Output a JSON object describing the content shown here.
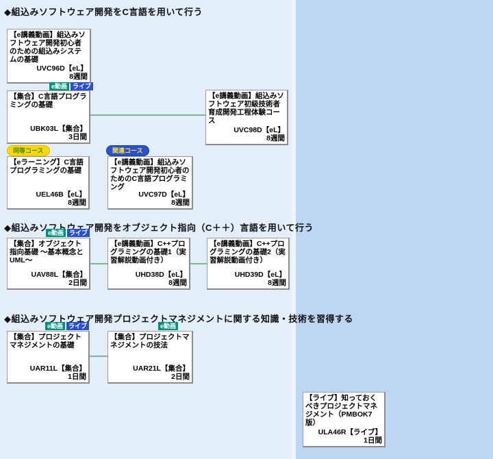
{
  "sections": [
    {
      "title": "◆組込みソフトウェア開発をC言語を用いて行う"
    },
    {
      "title": "◆組込みソフトウェア開発をオブジェクト指向（C＋＋）言語を用いて行う"
    },
    {
      "title": "◆組込みソフトウェア開発プロジェクトマネジメントに関する知識・技術を習得する"
    }
  ],
  "badges": {
    "video": "e動画",
    "live": "ライブ"
  },
  "pills": {
    "equivalent": "同等コース",
    "related": "関連コース"
  },
  "courses": {
    "uvc96d": {
      "title": "【e講義動画】組込みソフトウェア開発初心者のための組込みシステムの基礎",
      "code": "UVC96D【eL】",
      "duration": "8週間"
    },
    "ubk03l": {
      "title": "【集合】C言語プログラミングの基礎",
      "code": "UBK03L【集合】",
      "duration": "3日間"
    },
    "uel46b": {
      "title": "【eラーニング】C言語プログラミングの基礎",
      "code": "UEL46B【eL】",
      "duration": "8週間"
    },
    "uvc97d": {
      "title": "【e講義動画】組込みソフトウェア開発初心者のためのC言語プログラミング",
      "code": "UVC97D【eL】",
      "duration": "8週間"
    },
    "uvc98d": {
      "title": "【e講義動画】組込みソフトウェア初級技術者育成開発工程体験コース",
      "code": "UVC98D【eL】",
      "duration": "8週間"
    },
    "uav88l": {
      "title": "【集合】オブジェクト指向基礎 ～基本概念とUML～",
      "code": "UAV88L【集合】",
      "duration": "2日間"
    },
    "uhd38d": {
      "title": "【e講義動画】C++プログラミングの基礎1（実習解説動画付き）",
      "code": "UHD38D【eL】",
      "duration": "8週間"
    },
    "uhd39d": {
      "title": "【e講義動画】C++プログラミングの基礎2（実習解説動画付き）",
      "code": "UHD39D【eL】",
      "duration": "8週間"
    },
    "uar11l": {
      "title": "【集合】プロジェクトマネジメントの基礎",
      "code": "UAR11L【集合】",
      "duration": "1日間"
    },
    "uar21l": {
      "title": "【集合】プロジェクトマネジメントの技法",
      "code": "UAR21L【集合】",
      "duration": "2日間"
    },
    "ula46r": {
      "title": "【ライブ】知っておくべきプロジェクトマネジメント（PMBOK7版）",
      "code": "ULA46R【ライブ】",
      "duration": "1日間"
    }
  },
  "colors": {
    "background_left": "#e3eefb",
    "background_right": "#bdd6f1",
    "badge_video": "#00917e",
    "badge_live": "#2b50cb",
    "pill_equivalent_bg": "#ffd800",
    "pill_related_bg": "#2b50cb",
    "connector": "#7ab897"
  }
}
